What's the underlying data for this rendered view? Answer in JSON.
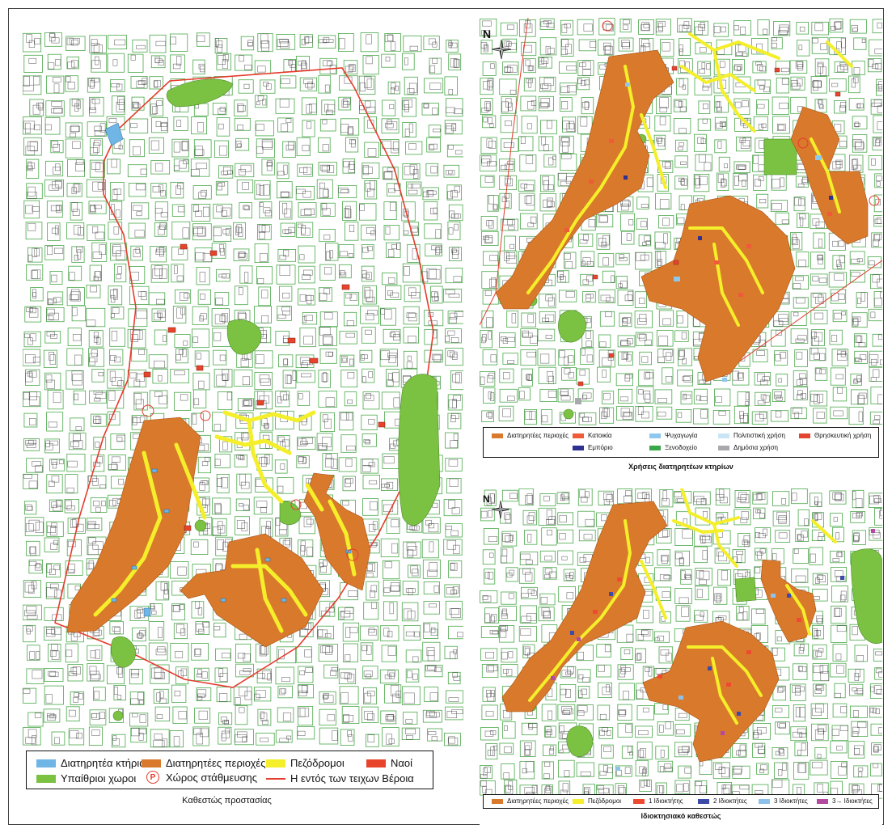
{
  "colors": {
    "preserved_buildings": "#6fb5e6",
    "preserved_areas": "#d9792b",
    "pedestrian_streets": "#f4ef2a",
    "churches": "#e8442b",
    "open_spaces": "#7cc242",
    "parking": "#e53b2c",
    "walls_line": "#e53b2c",
    "residence": "#ef5a38",
    "entertainment": "#8fc8ee",
    "cultural_use": "#c9e5f6",
    "religious_use": "#e54530",
    "commerce": "#2e3192",
    "hotel": "#3aa64a",
    "public_use": "#a7a9ac",
    "owner1": "#ef4a2f",
    "owners2": "#3c4aa8",
    "owners3": "#8ec1ea",
    "owners3plus": "#b14aa0",
    "street_outline": "#4aa84a",
    "building_outline": "#555555"
  },
  "main_map": {
    "caption": "Καθεστώς προστασίας",
    "legend": [
      {
        "key": "preserved_buildings",
        "label": "Διατηρητέα κτήρια"
      },
      {
        "key": "preserved_areas",
        "label": "Διατηρητέες περιοχές"
      },
      {
        "key": "pedestrian_streets",
        "label": "Πεζόδρομοι"
      },
      {
        "key": "churches",
        "label": "Ναοί"
      },
      {
        "key": "open_spaces",
        "label": "Υπαίθριοι χωροι"
      },
      {
        "key": "parking",
        "label": "Χώρος στάθμευσης",
        "symbol": "P"
      },
      {
        "key": "walls_line",
        "label": "Η εντός των τειχων Βέροια"
      }
    ]
  },
  "uses_map": {
    "north": "N",
    "caption": "Χρήσεις διατηρητέων κτηρίων",
    "legend": [
      {
        "key": "preserved_areas",
        "label": "Διατηρητέες περιοχές"
      },
      {
        "key": "residence",
        "label": "Κατοικία"
      },
      {
        "key": "entertainment",
        "label": "Ψυχαγωγία"
      },
      {
        "key": "cultural_use",
        "label": "Πολιτιστική χρήση"
      },
      {
        "key": "religious_use",
        "label": "Θρησκευτική χρήση"
      },
      {
        "key": "commerce",
        "label": "Εμπόριο"
      },
      {
        "key": "hotel",
        "label": "Ξενοδοχείο"
      },
      {
        "key": "public_use",
        "label": "Δημόσια χρήση"
      }
    ]
  },
  "ownership_map": {
    "north": "N",
    "caption": "Ιδιοκτησιακό καθεστώς",
    "legend": [
      {
        "key": "preserved_areas",
        "label": "Διατηρητέες περιοχές"
      },
      {
        "key": "pedestrian_streets",
        "label": "Πεζόδρομοι"
      },
      {
        "key": "owner1",
        "label": "1 Ιδιοκτήτης"
      },
      {
        "key": "owners2",
        "label": "2 Ιδιοκτήτες"
      },
      {
        "key": "owners3",
        "label": "3 Ιδιοκτήτες"
      },
      {
        "key": "owners3plus",
        "label": "3→ Ιδιοκτήτες"
      }
    ]
  }
}
